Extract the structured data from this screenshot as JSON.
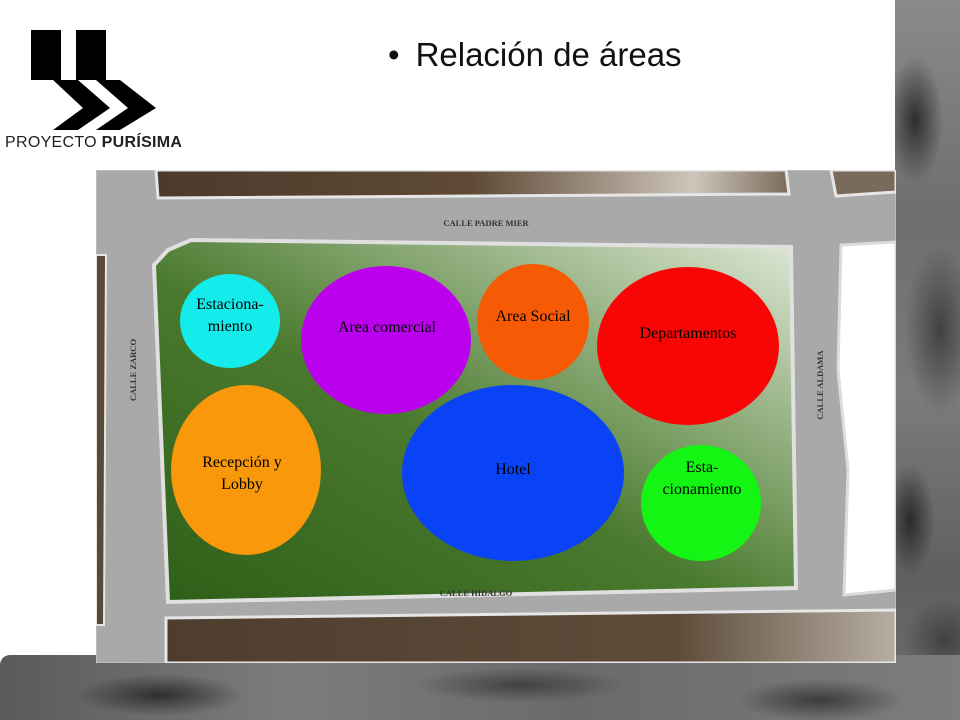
{
  "slide": {
    "title": "Relación de áreas",
    "brand_prefix": "PROYECTO",
    "brand_name": "PURÍSIMA"
  },
  "map": {
    "streets": {
      "top": "CALLE PADRE MIER",
      "bottom": "CALLE HIDALGO",
      "left": "CALLE ZARCO",
      "right": "CALLE ALDAMA"
    },
    "areas": [
      {
        "id": "estacionamiento-1",
        "lines": [
          "Estaciona-",
          "miento"
        ],
        "color": "#14ecec"
      },
      {
        "id": "area-comercial",
        "lines": [
          "Area comercial"
        ],
        "color": "#bb00ee"
      },
      {
        "id": "area-social",
        "lines": [
          "Area Social"
        ],
        "color": "#f75a05"
      },
      {
        "id": "departamentos",
        "lines": [
          "Departamentos"
        ],
        "color": "#fa0505"
      },
      {
        "id": "recepcion-lobby",
        "lines": [
          "Recepción y",
          "Lobby"
        ],
        "color": "#f8980a"
      },
      {
        "id": "hotel",
        "lines": [
          "Hotel"
        ],
        "color": "#0a43f5"
      },
      {
        "id": "estacionamiento-2",
        "lines": [
          "Esta-",
          "cionamiento"
        ],
        "color": "#14f514"
      }
    ],
    "colors": {
      "street": "#a8a8a8",
      "block": "#5a4a3c",
      "lot_dark": "#3e6a22",
      "lot_light": "#d8e4cf"
    }
  }
}
